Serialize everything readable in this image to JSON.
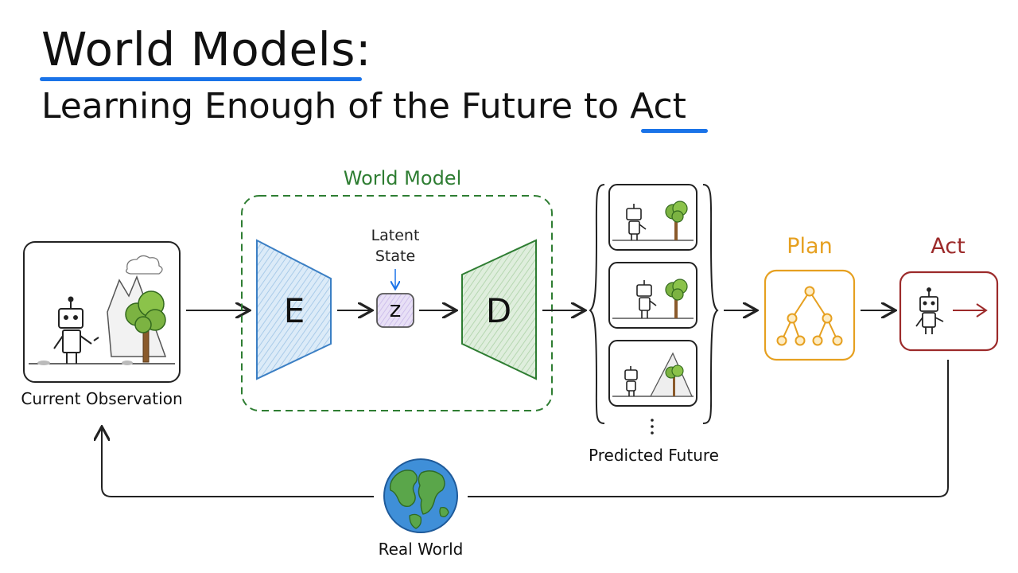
{
  "title": "World Models:",
  "subtitle": "Learning Enough of the Future to Act",
  "subtitle_emphasis": "Act",
  "world_model_label": "World Model",
  "latent_label_line1": "Latent",
  "latent_label_line2": "State",
  "encoder_letter": "E",
  "latent_letter": "z",
  "decoder_letter": "D",
  "observation_label": "Current Observation",
  "predicted_label": "Predicted Future",
  "plan_label": "Plan",
  "act_label": "Act",
  "real_world_label": "Real World",
  "colors": {
    "accent_blue": "#1a73e8",
    "world_model_green": "#2e7d32",
    "encoder_blue": "#3b7fc4",
    "latent_purple": "#7e57c2",
    "plan_orange": "#e6a020",
    "act_red": "#9c2a2a"
  }
}
